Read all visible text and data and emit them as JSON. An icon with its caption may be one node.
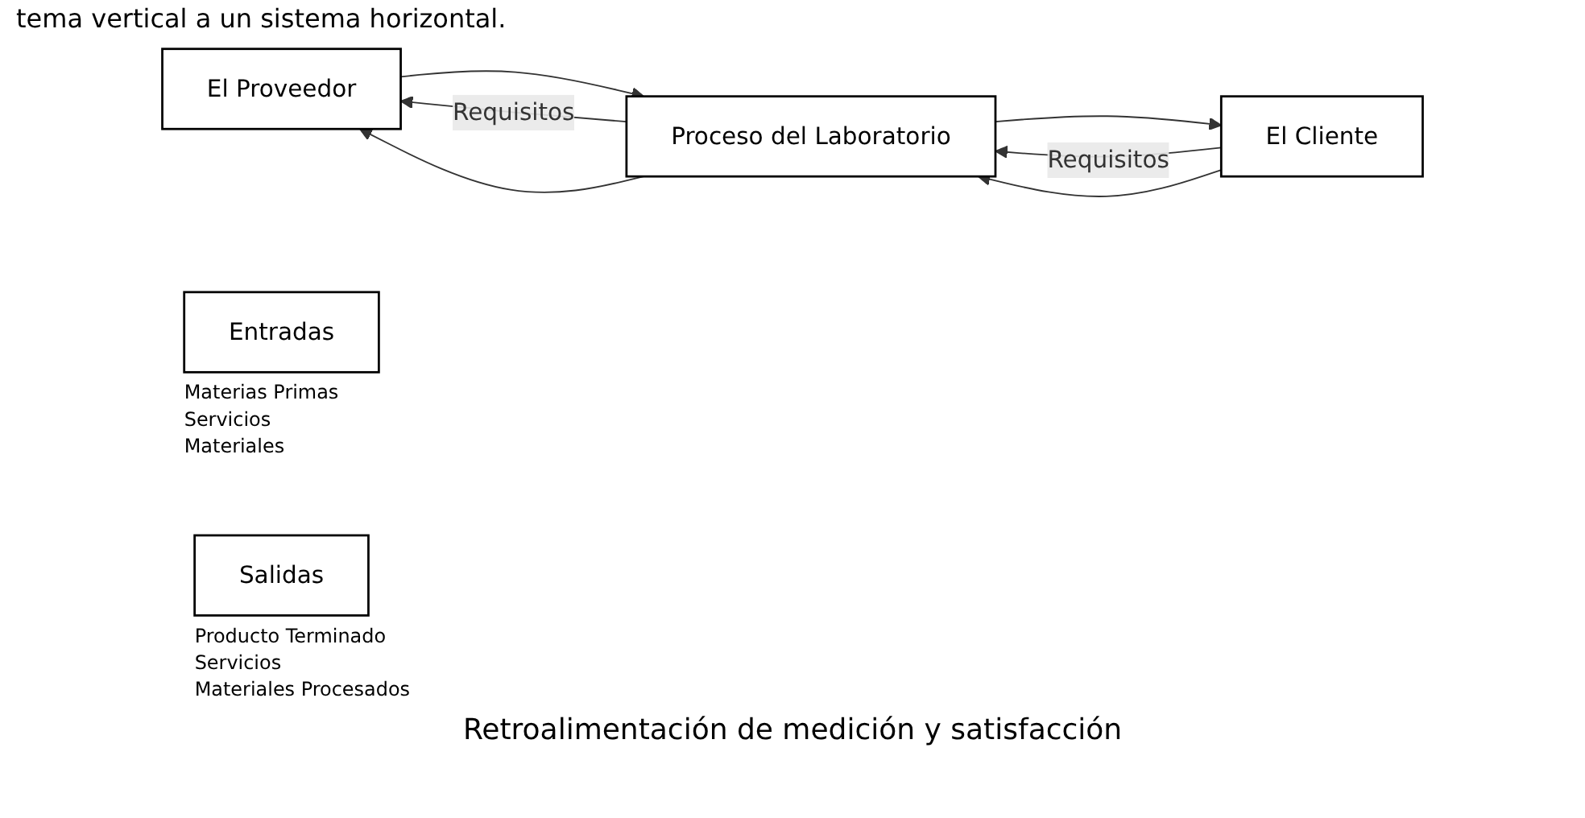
{
  "diagram": {
    "nodes": [
      {
        "text": [
          "El Proveedor"
        ]
      },
      {
        "text": [
          "Proceso del Laboratorio"
        ]
      },
      {
        "text": [
          "El Cliente"
        ]
      },
      {
        "text": [
          "Entradas"
        ],
        "beside": [
          "Materias Primas",
          "Servicios",
          "Materiales"
        ]
      },
      {
        "text": [
          "Salidas"
        ],
        "beside": [
          "Producto Terminado",
          "Servicios",
          "Materiales Procesados"
        ]
      }
    ],
    "edges": [
      {
        "from": 1,
        "to": 0,
        "arrow": "to",
        "label": "Requisitos"
      },
      {
        "from": 0,
        "to": 1,
        "arrow": "to"
      },
      {
        "from": 2,
        "to": 1,
        "arrow": "to",
        "label": "Requisitos"
      },
      {
        "from": 1,
        "to": 2,
        "arrow": "to"
      },
      {
        "from": 1,
        "to": 0,
        "arrow": "to"
      },
      {
        "from": 2,
        "to": 1,
        "arrow": "to"
      }
    ],
    "labels": [
      "tema vertical a un sistema horizontal.",
      "Retroalimentación de medición y satisfacción"
    ]
  }
}
